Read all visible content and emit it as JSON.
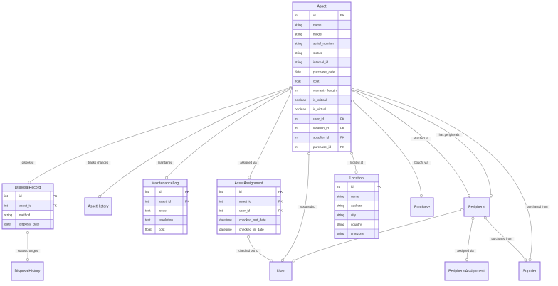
{
  "diagram_type": "er",
  "colors": {
    "entity_fill": "#ececff",
    "entity_stroke": "#9370db",
    "row_alt": "#ffffff",
    "line": "#999999",
    "text": "#333333"
  },
  "entities": [
    {
      "id": "asset",
      "name": "Asset",
      "attributes": [
        {
          "type": "int",
          "name": "id",
          "key": "PK"
        },
        {
          "type": "string",
          "name": "name",
          "key": ""
        },
        {
          "type": "string",
          "name": "model",
          "key": ""
        },
        {
          "type": "string",
          "name": "serial_number",
          "key": ""
        },
        {
          "type": "string",
          "name": "status",
          "key": ""
        },
        {
          "type": "string",
          "name": "internal_id",
          "key": ""
        },
        {
          "type": "date",
          "name": "purchase_date",
          "key": ""
        },
        {
          "type": "float",
          "name": "cost",
          "key": ""
        },
        {
          "type": "int",
          "name": "warranty_length",
          "key": ""
        },
        {
          "type": "boolean",
          "name": "is_critical",
          "key": ""
        },
        {
          "type": "boolean",
          "name": "is_virtual",
          "key": ""
        },
        {
          "type": "int",
          "name": "user_id",
          "key": "FK"
        },
        {
          "type": "int",
          "name": "location_id",
          "key": "FK"
        },
        {
          "type": "int",
          "name": "supplier_id",
          "key": "FK"
        },
        {
          "type": "int",
          "name": "purchase_id",
          "key": "FK"
        }
      ]
    },
    {
      "id": "disposal",
      "name": "DisposalRecord",
      "attributes": [
        {
          "type": "int",
          "name": "id",
          "key": "PK"
        },
        {
          "type": "int",
          "name": "asset_id",
          "key": "FK"
        },
        {
          "type": "string",
          "name": "method",
          "key": ""
        },
        {
          "type": "date",
          "name": "disposal_date",
          "key": ""
        }
      ]
    },
    {
      "id": "assethistory",
      "name": "AssetHistory",
      "attributes": []
    },
    {
      "id": "maintenance",
      "name": "MaintenanceLog",
      "attributes": [
        {
          "type": "int",
          "name": "id",
          "key": "PK"
        },
        {
          "type": "int",
          "name": "asset_id",
          "key": "FK"
        },
        {
          "type": "text",
          "name": "issue",
          "key": ""
        },
        {
          "type": "text",
          "name": "resolution",
          "key": ""
        },
        {
          "type": "float",
          "name": "cost",
          "key": ""
        }
      ]
    },
    {
      "id": "assignment",
      "name": "AssetAssignment",
      "attributes": [
        {
          "type": "int",
          "name": "id",
          "key": "PK"
        },
        {
          "type": "int",
          "name": "asset_id",
          "key": "FK"
        },
        {
          "type": "int",
          "name": "user_id",
          "key": "FK"
        },
        {
          "type": "datetime",
          "name": "checked_out_date",
          "key": ""
        },
        {
          "type": "datetime",
          "name": "checked_in_date",
          "key": ""
        }
      ]
    },
    {
      "id": "location",
      "name": "Location",
      "attributes": [
        {
          "type": "int",
          "name": "id",
          "key": "PK"
        },
        {
          "type": "string",
          "name": "name",
          "key": ""
        },
        {
          "type": "string",
          "name": "address",
          "key": ""
        },
        {
          "type": "string",
          "name": "city",
          "key": ""
        },
        {
          "type": "string",
          "name": "country",
          "key": ""
        },
        {
          "type": "string",
          "name": "timezone",
          "key": ""
        }
      ]
    },
    {
      "id": "purchase",
      "name": "Purchase",
      "attributes": []
    },
    {
      "id": "peripheral",
      "name": "Peripheral",
      "attributes": []
    },
    {
      "id": "disposalhistory",
      "name": "DisposalHistory",
      "attributes": []
    },
    {
      "id": "user",
      "name": "User",
      "attributes": []
    },
    {
      "id": "periphassign",
      "name": "PeripheralAssignment",
      "attributes": []
    },
    {
      "id": "supplier",
      "name": "Supplier",
      "attributes": []
    }
  ],
  "relationships": [
    {
      "from": "asset",
      "to": "disposal",
      "label": "disposed"
    },
    {
      "from": "asset",
      "to": "assethistory",
      "label": "tracks changes"
    },
    {
      "from": "asset",
      "to": "maintenance",
      "label": "maintained"
    },
    {
      "from": "asset",
      "to": "assignment",
      "label": "assigned via"
    },
    {
      "from": "asset",
      "to": "user",
      "label": "assigned to"
    },
    {
      "from": "asset",
      "to": "location",
      "label": "located at"
    },
    {
      "from": "asset",
      "to": "purchase",
      "label": "bought via"
    },
    {
      "from": "asset",
      "to": "peripheral",
      "label": "attached to"
    },
    {
      "from": "asset",
      "to": "peripheral",
      "label": "has peripherals"
    },
    {
      "from": "asset",
      "to": "supplier",
      "label": "purchased from"
    },
    {
      "from": "disposal",
      "to": "disposalhistory",
      "label": "status changes"
    },
    {
      "from": "assignment",
      "to": "user",
      "label": "checked out to"
    },
    {
      "from": "peripheral",
      "to": "periphassign",
      "label": "assigned via"
    },
    {
      "from": "peripheral",
      "to": "supplier",
      "label": "purchased from"
    },
    {
      "from": "peripheral",
      "to": "user",
      "label": ""
    }
  ]
}
